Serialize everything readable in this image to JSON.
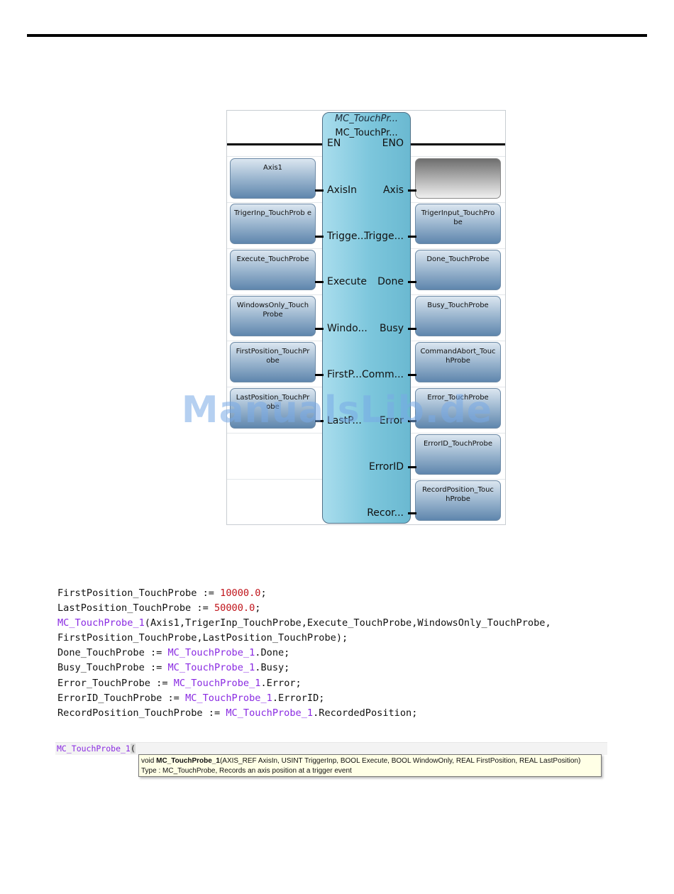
{
  "block": {
    "type_label": "MC_TouchPr...",
    "instance_label": "MC_TouchPr...",
    "en": "EN",
    "eno": "ENO",
    "inputs": [
      "AxisIn",
      "Trigge...",
      "Execute",
      "Windo...",
      "FirstP...",
      "LastP..."
    ],
    "outputs": [
      "Axis",
      "Trigge...",
      "Done",
      "Busy",
      "Comm...",
      "Error",
      "ErrorID",
      "Recor..."
    ]
  },
  "input_vars": [
    "Axis1",
    "TrigerInp_TouchProb e",
    "Execute_TouchProbe",
    "WindowsOnly_Touch Probe",
    "FirstPosition_TouchPr obe",
    "LastPosition_TouchPr obe"
  ],
  "output_vars": [
    "",
    "TrigerInput_TouchPro be",
    "Done_TouchProbe",
    "Busy_TouchProbe",
    "CommandAbort_Touc hProbe",
    "Error_TouchProbe",
    "ErrorID_TouchProbe",
    "RecordPosition_Touc hProbe"
  ],
  "watermark": "ManualsLib.de",
  "code": {
    "l1a": "FirstPosition_TouchProbe := ",
    "l1n": "10000.0",
    "l1b": ";",
    "l2a": "LastPosition_TouchProbe := ",
    "l2n": "50000.0",
    "l2b": ";",
    "l3i": "MC_TouchProbe_1",
    "l3b": "(Axis1,TrigerInp_TouchProbe,Execute_TouchProbe,WindowsOnly_TouchProbe,",
    "l4": "FirstPosition_TouchProbe,LastPosition_TouchProbe);",
    "l5a": "Done_TouchProbe := ",
    "l5i": "MC_TouchProbe_1",
    "l5b": ".Done;",
    "l6a": "Busy_TouchProbe := ",
    "l6i": "MC_TouchProbe_1",
    "l6b": ".Busy;",
    "l7a": "Error_TouchProbe := ",
    "l7i": "MC_TouchProbe_1",
    "l7b": ".Error;",
    "l8a": "ErrorID_TouchProbe := ",
    "l8i": "MC_TouchProbe_1",
    "l8b": ".ErrorID;",
    "l9a": "RecordPosition_TouchProbe := ",
    "l9i": "MC_TouchProbe_1",
    "l9b": ".RecordedPosition;"
  },
  "editor": {
    "typed": "MC_TouchProbe_1",
    "paren": "(",
    "tip_prefix": "void ",
    "tip_name": "MC_TouchProbe_1",
    "tip_params": "(AXIS_REF AxisIn, USINT TriggerInp, BOOL Execute, BOOL WindowOnly, REAL FirstPosition, REAL LastPosition)",
    "tip_type": "Type : MC_TouchProbe, Records an axis position at a trigger event"
  }
}
